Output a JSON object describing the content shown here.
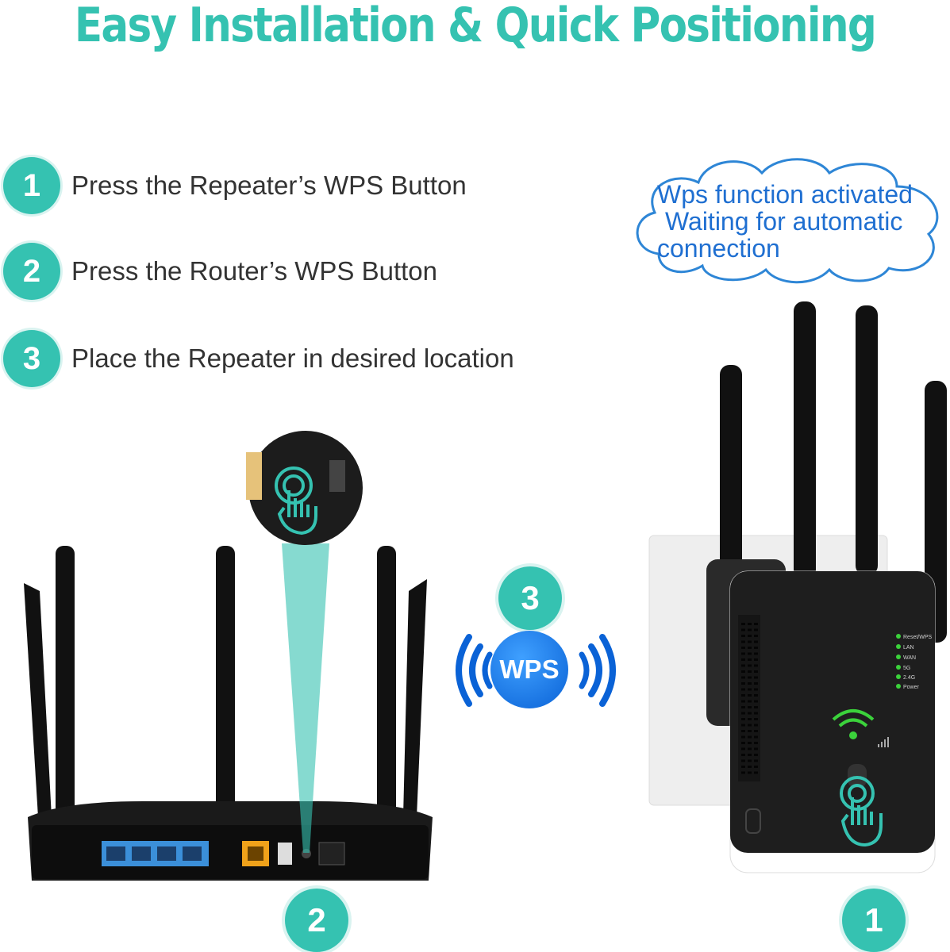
{
  "title": "Easy Installation & Quick Positioning",
  "steps": [
    {
      "number": "1",
      "text": "Press the Repeater’s WPS Button"
    },
    {
      "number": "2",
      "text": "Press the Router’s WPS Button"
    },
    {
      "number": "3",
      "text": "Place the Repeater in desired location"
    }
  ],
  "callout": {
    "lines": [
      "Wps function activated",
      "Waiting for automatic",
      "connection"
    ]
  },
  "badges": {
    "router": "2",
    "repeater": "1",
    "wps_step": "3"
  },
  "wps_label": "WPS",
  "repeater_leds": [
    "Reset/WPS",
    "LAN",
    "WAN",
    "5G",
    "2.4G",
    "Power"
  ],
  "colors": {
    "accent": "#35c2b1",
    "wps_blue": "#0a62d6",
    "callout_text": "#1f6fd1",
    "led_green": "#3bd23b",
    "port_blue": "#3b8fd9",
    "port_yellow": "#f0a21a"
  },
  "icons": [
    "tap-finger-icon",
    "wifi-signal-icon",
    "wifi-wave-icon"
  ]
}
